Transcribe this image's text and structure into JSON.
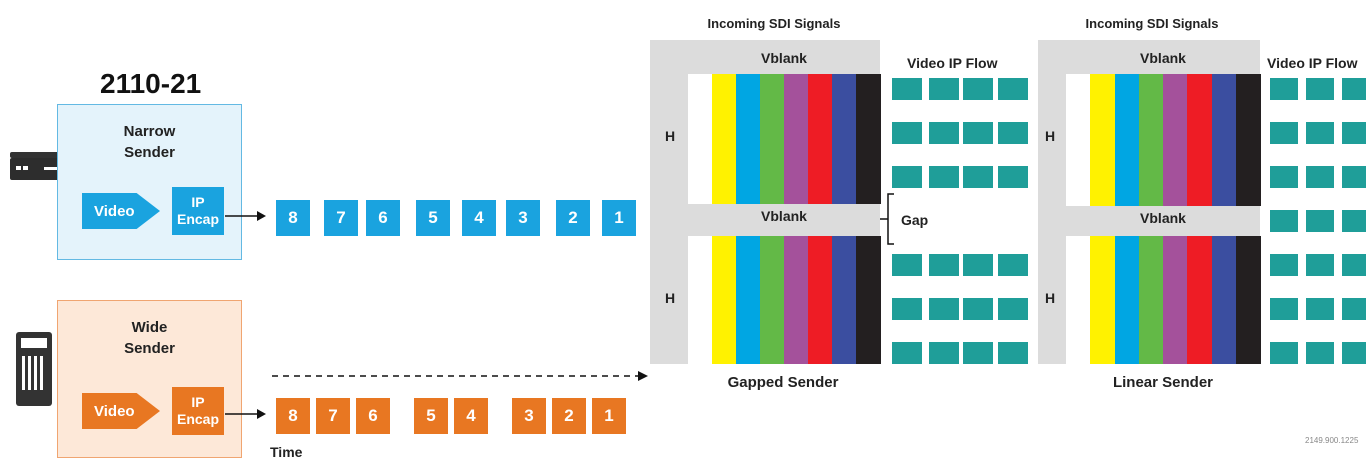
{
  "title": "2110-21",
  "narrow": {
    "label_line1": "Narrow",
    "label_line2": "Sender",
    "video": "Video",
    "encap_line1": "IP",
    "encap_line2": "Encap"
  },
  "wide": {
    "label_line1": "Wide",
    "label_line2": "Sender",
    "video": "Video",
    "encap_line1": "IP",
    "encap_line2": "Encap"
  },
  "narrow_packets": [
    "8",
    "7",
    "6",
    "5",
    "4",
    "3",
    "2",
    "1"
  ],
  "wide_packets": [
    "8",
    "7",
    "6",
    "5",
    "4",
    "3",
    "2",
    "1"
  ],
  "time_label": "Time",
  "gapped": {
    "title": "Incoming SDI Signals",
    "vblank_top": "Vblank",
    "vblank_mid": "Vblank",
    "h_top": "H",
    "h_bottom": "H",
    "flow_title": "Video IP Flow",
    "gap_label": "Gap",
    "caption": "Gapped Sender"
  },
  "linear": {
    "title": "Incoming SDI Signals",
    "vblank_top": "Vblank",
    "vblank_mid": "Vblank",
    "h_top": "H",
    "h_bottom": "H",
    "flow_title": "Video IP Flow",
    "caption": "Linear Sender"
  },
  "colors": {
    "bars": [
      "#ffffff",
      "#fff200",
      "#00a6e3",
      "#63b947",
      "#a4519b",
      "#ee1c25",
      "#3b4ea0",
      "#231f20"
    ],
    "teal": "#1f9e99",
    "blue": "#1aa3df",
    "orange": "#e87722",
    "frame_gray": "#dcdcdc"
  },
  "ref_code": "2149.900.1225"
}
